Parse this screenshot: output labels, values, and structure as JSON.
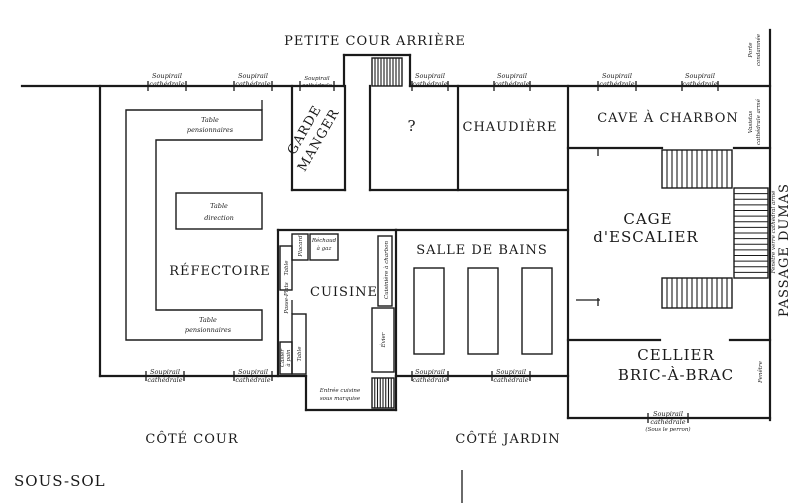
{
  "plan_title": "SOUS-SOL",
  "labels": {
    "petite_cour": "PETITE COUR ARRIÈRE",
    "cote_cour": "CÔTÉ COUR",
    "cote_jardin": "CÔTÉ JARDIN",
    "passage": "PASSAGE DUMAS",
    "garde": "GARDE",
    "manger": "MANGER",
    "unknown": "?",
    "chaudiere": "CHAUDIÈRE",
    "cave": "CAVE À CHARBON",
    "cage": "CAGE",
    "escalier": "d'ESCALIER",
    "refectoire": "RÉFECTOIRE",
    "cuisine": "CUISINE",
    "salle": "SALLE DE BAINS",
    "cellier": "CELLIER",
    "bric": "BRIC-À-BRAC",
    "table_pens": "Table",
    "pensionnaires": "pensionnaires",
    "table_dir": "Table",
    "direction": "direction",
    "soupirail": "Soupirail",
    "cathedrale": "cathédrale",
    "sous_perron": "(Sous le perron)",
    "porte": "Porte",
    "condamnee": "condamnée",
    "vasistas": "Vasistas",
    "cathedrale_arme": "cathédrale armé",
    "fenetre_verre": "Fenêtre verre cathédral armé",
    "fenetre": "Fenêtre",
    "placard": "Placard",
    "rechaud": "Réchaud",
    "a_gaz": "à gaz",
    "table_small": "Table",
    "passe_plats": "Passe-Plats",
    "cuisiniere": "Cuisinière à charbon",
    "evier": "Évier",
    "casier": "Casier",
    "a_pain": "à pain",
    "entree": "Entrée cuisine",
    "sous_marquise": "sous marquise"
  }
}
